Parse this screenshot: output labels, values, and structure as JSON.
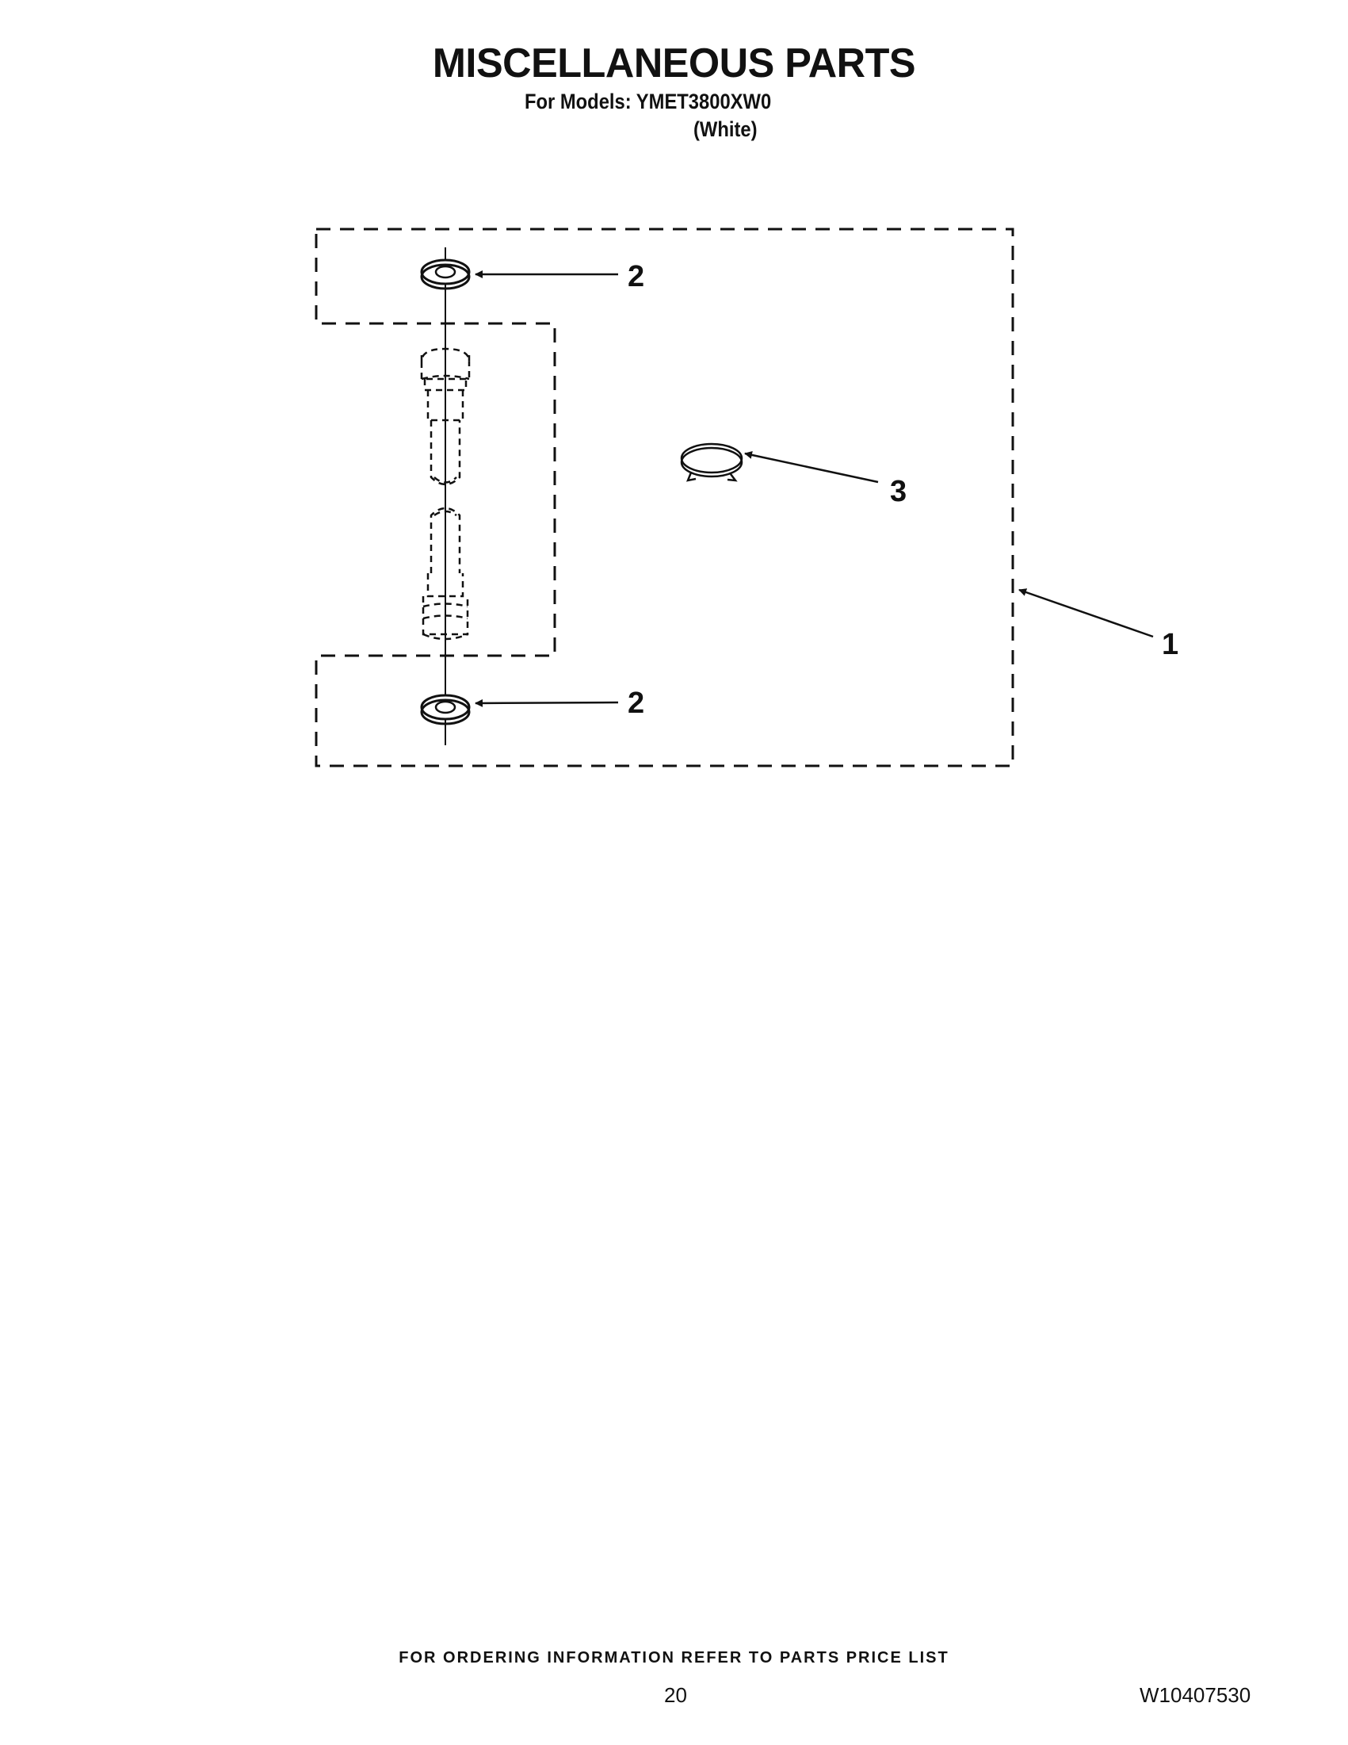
{
  "header": {
    "title": "MISCELLANEOUS PARTS",
    "models_line": "For Models: YMET3800XW0",
    "color_line": "(White)"
  },
  "diagram": {
    "callouts": [
      {
        "id": "callout-1",
        "label": "1"
      },
      {
        "id": "callout-2-top",
        "label": "2"
      },
      {
        "id": "callout-2-bottom",
        "label": "2"
      },
      {
        "id": "callout-3",
        "label": "3"
      }
    ],
    "parts": [
      "hose-assembly",
      "washer",
      "washer",
      "hose-clamp"
    ]
  },
  "footer": {
    "note": "FOR ORDERING INFORMATION REFER TO PARTS PRICE LIST",
    "page_number": "20",
    "document_number": "W10407530"
  }
}
